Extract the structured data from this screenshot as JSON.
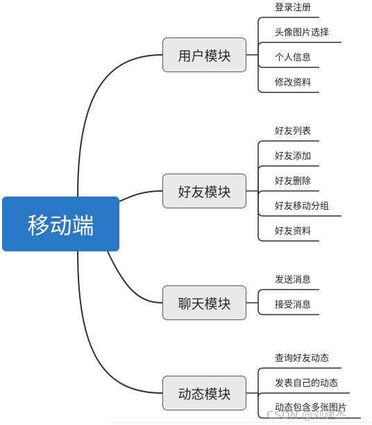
{
  "root": {
    "label": "移动端"
  },
  "colors": {
    "root_fill": "#2a77c6",
    "branch_fill": "#e9e9e9",
    "line": "#2f2f2f"
  },
  "branches": [
    {
      "label": "用户模块",
      "leaves": [
        "登录注册",
        "头像图片选择",
        "个人信息",
        "修改资料"
      ]
    },
    {
      "label": "好友模块",
      "leaves": [
        "好友列表",
        "好友添加",
        "好友删除",
        "好友移动分组",
        "好友资料"
      ]
    },
    {
      "label": "聊天模块",
      "leaves": [
        "发送消息",
        "接受消息"
      ]
    },
    {
      "label": "动态模块",
      "leaves": [
        "查询好友动态",
        "发表自己的动态",
        "动态包含多张图片"
      ]
    }
  ],
  "watermark": "CSDN @刘建杰"
}
